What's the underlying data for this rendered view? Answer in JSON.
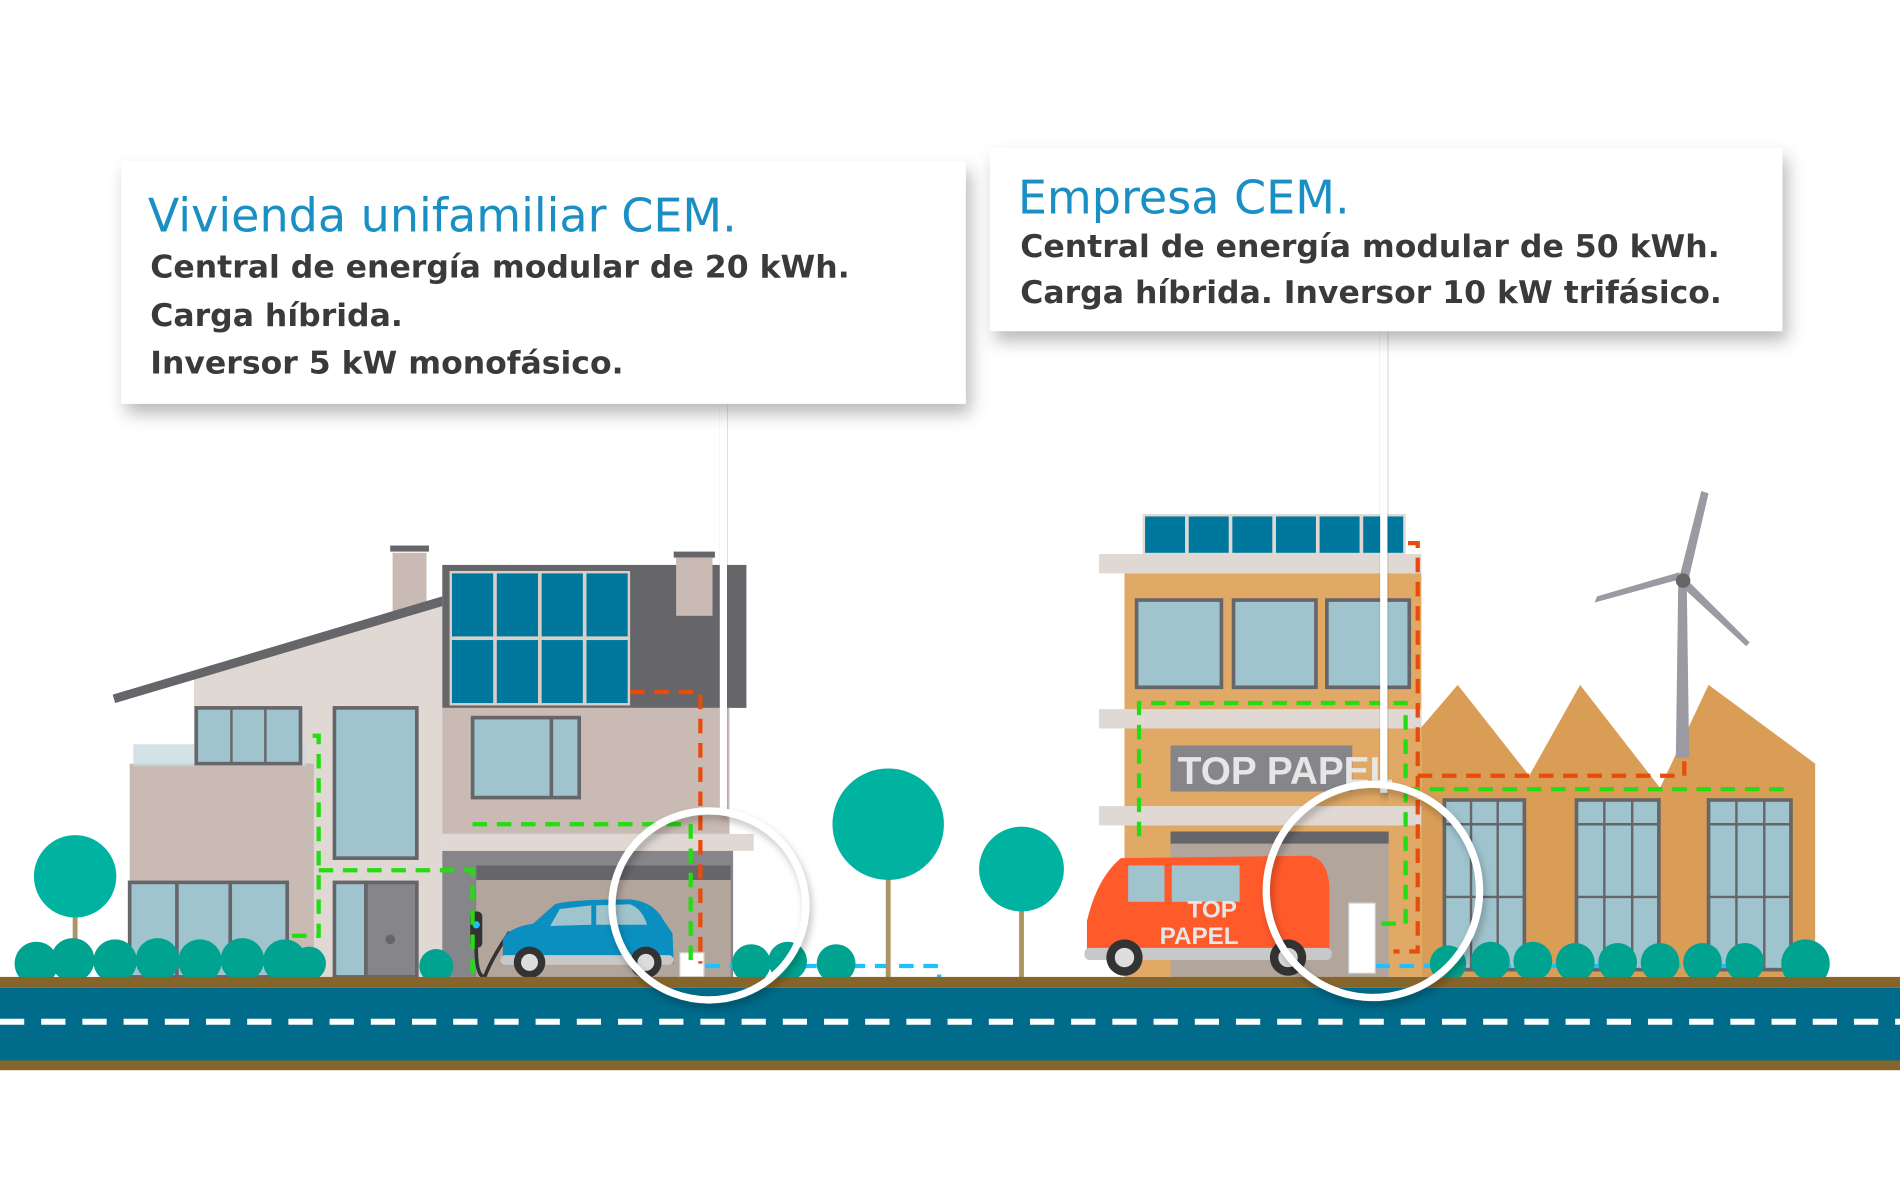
{
  "home_card": {
    "title": "Vivienda unifamiliar CEM.",
    "lines": [
      "Central de energía modular de 20 kWh.",
      "Carga híbrida.",
      "Inversor 5 kW monofásico."
    ]
  },
  "business_card": {
    "title": "Empresa CEM.",
    "lines": [
      "Central de energía modular de 50 kWh.",
      "Carga híbrida. Inversor 10 kW trifásico."
    ]
  },
  "building_sign": "TOP PAPEL",
  "van_sign": [
    "TOP",
    "PAPEL"
  ],
  "colors": {
    "title": "#1a8fc4",
    "road": "#006b8a",
    "ground": "#86652a",
    "solar": "#00789e",
    "tree": "#00b3a0",
    "grid_line_green": "#22dd11",
    "solar_line_orange": "#e84c0c",
    "battery_line_blue": "#1ec0ff"
  }
}
